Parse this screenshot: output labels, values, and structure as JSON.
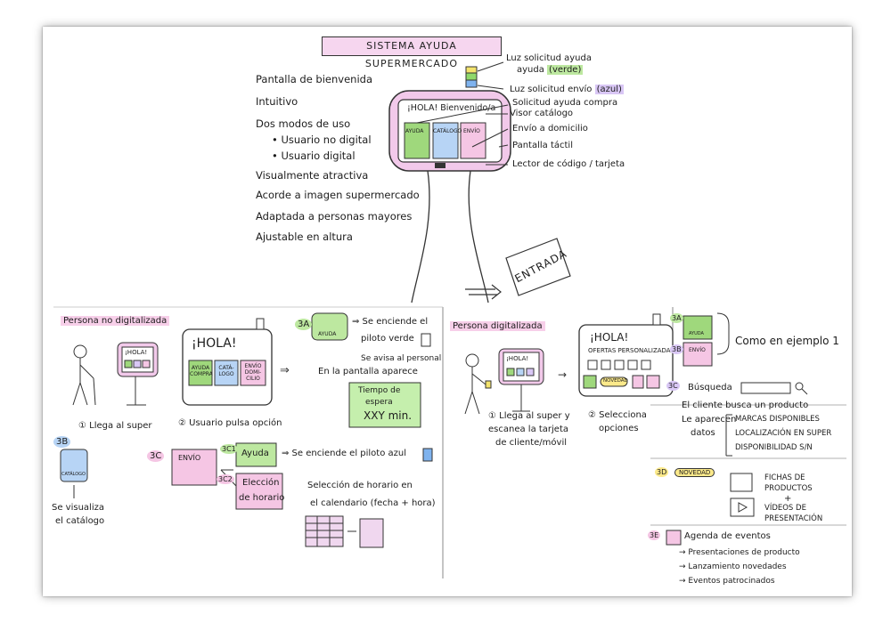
{
  "title": "SISTEMA AYUDA SUPERMERCADO",
  "requirements": [
    "Pantalla de bienvenida",
    "Intuitivo",
    "Dos modos de uso",
    "• Usuario no digital",
    "• Usuario digital",
    "Visualmente atractiva",
    "Acorde a imagen supermercado",
    "Adaptada a personas mayores",
    "Ajustable en altura"
  ],
  "kiosk": {
    "screen_text": "¡HOLA! Bienvenido/a",
    "btn_ayuda": "AYUDA",
    "btn_catalogo": "CATÁLOGO",
    "btn_envio": "ENVÍO"
  },
  "annotations": {
    "luz_ayuda": "Luz solicitud ayuda",
    "luz_ayuda_color": "(verde)",
    "luz_envio": "Luz solicitud envío",
    "luz_envio_color": "(azul)",
    "solicitud_ayuda": "Solicitud ayuda compra",
    "visor": "Visor catálogo",
    "envio_domicilio": "Envío a domicilio",
    "pantalla_tactil": "Pantalla táctil",
    "lector": "Lector de código / tarjeta"
  },
  "entrada": "ENTRADA",
  "left": {
    "header": "Persona no digitalizada",
    "kiosk_screen": "¡HOLA!",
    "step1": "① Llega al super",
    "big_screen_title": "¡HOLA!",
    "btn_ayuda_compra": "AYUDA COMPRA",
    "btn_catalogo": "CATÁ-LOGO",
    "btn_envio": "ENVÍO DOMI-CILIO",
    "step2": "② Usuario pulsa opción",
    "label_3a": "3A",
    "icon_ayuda": "AYUDA",
    "arrow_text_1": "⇒ Se enciende el",
    "arrow_text_2": "piloto verde",
    "arrow_text_3": "Se avisa al personal",
    "arrow_text_4": "En la pantalla aparece",
    "wait_1": "Tiempo de",
    "wait_2": "espera",
    "wait_3": "XXY min.",
    "label_3b": "3B",
    "catalogo_tag": "CATÁLOGO",
    "catalogo_text_1": "Se visualiza",
    "catalogo_text_2": "el catálogo",
    "label_3c": "3C",
    "envio_label": "ENVÍO",
    "label_3c1": "3C1",
    "ayuda_btn": "Ayuda",
    "ayuda_result": "⇒ Se enciende el piloto azul",
    "label_3c2": "3C2",
    "eleccion_1": "Elección",
    "eleccion_2": "de horario",
    "seleccion_1": "Selección de horario en",
    "seleccion_2": "el calendario (fecha + hora)"
  },
  "right": {
    "header": "Persona digitalizada",
    "kiosk_screen": "¡HOLA!",
    "step1_1": "① Llega al super y",
    "step1_2": "escanea la tarjeta",
    "step1_3": "de cliente/móvil",
    "big_screen_title": "¡HOLA!",
    "ofertas": "OFERTAS PERSONALIZADAS",
    "novedad": "NOVEDAD",
    "step2_1": "② Selecciona",
    "step2_2": "opciones",
    "label_3a": "3A",
    "icon_ayuda": "AYUDA",
    "label_3b": "3B",
    "icon_envio": "ENVÍO",
    "como_ejemplo": "Como en ejemplo 1",
    "label_3c": "3C",
    "busqueda": "Búsqueda",
    "cliente_busca_1": "El cliente busca un producto",
    "cliente_busca_2": "Le aparecen",
    "cliente_busca_3": "datos",
    "marcas": "MARCAS DISPONIBLES",
    "localizacion": "LOCALIZACIÓN EN SUPER",
    "disponibilidad": "DISPONIBILIDAD S/N",
    "label_3d": "3D",
    "novedad_tag": "NOVEDAD",
    "fichas_1": "FICHAS DE",
    "fichas_2": "PRODUCTOS",
    "plus": "+",
    "videos_1": "VÍDEOS DE",
    "videos_2": "PRESENTACIÓN",
    "label_3e": "3E",
    "agenda": "Agenda de eventos",
    "evento_1": "→ Presentaciones de producto",
    "evento_2": "→ Lanzamiento novedades",
    "evento_3": "→ Eventos patrocinados"
  }
}
